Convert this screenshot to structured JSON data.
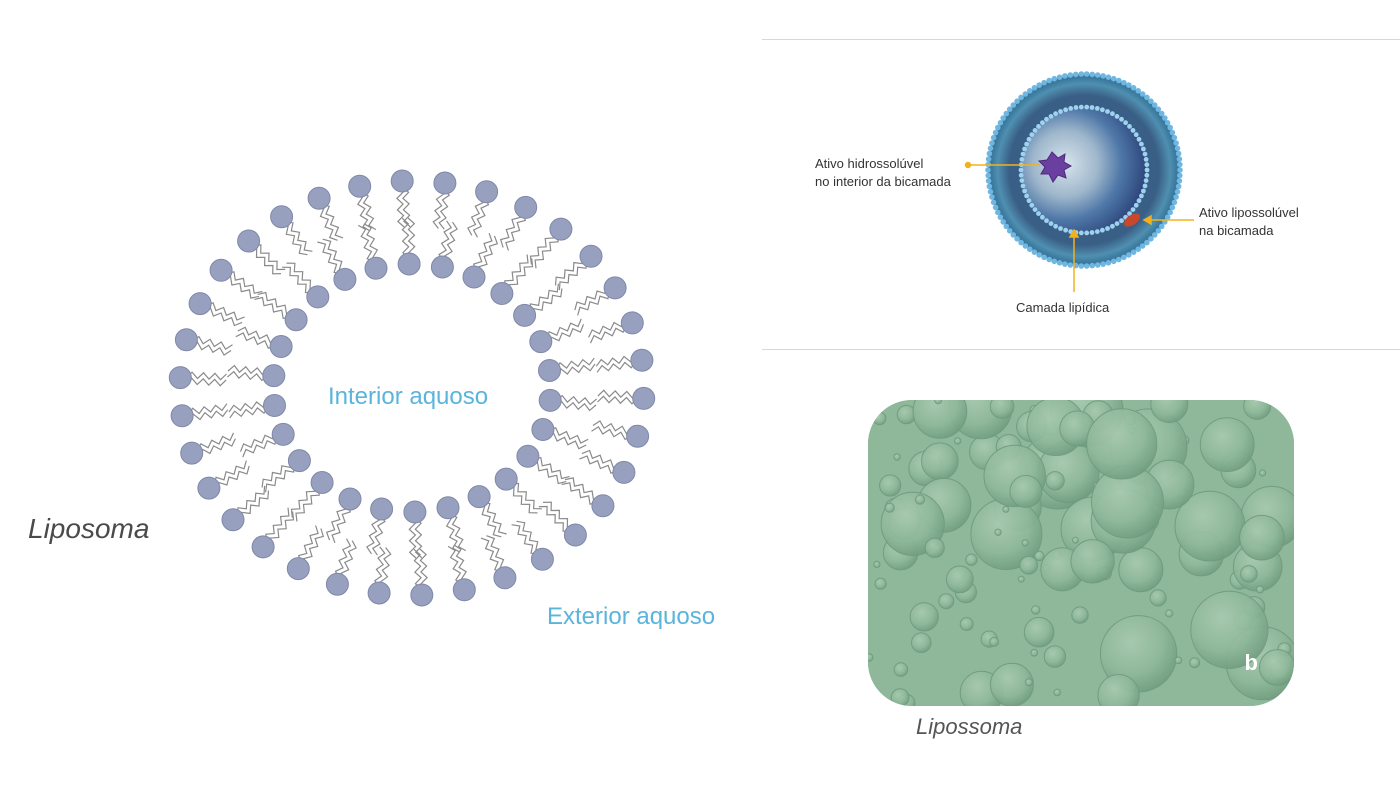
{
  "left_diagram": {
    "interior_label": "Interior aquoso",
    "exterior_label": "Exterior aquoso",
    "title": "Liposoma"
  },
  "right_diagram": {
    "hydro_label_line1": "Ativo hidrossolúvel",
    "hydro_label_line2": "no interior da bicamada",
    "lipo_label_line1": "Ativo lipossolúvel",
    "lipo_label_line2": "na bicamada",
    "layer_label": "Camada lipídica"
  },
  "micrograph": {
    "panel_letter": "b",
    "caption": "Lipossoma"
  },
  "colors": {
    "head": "#97a0bf",
    "head_stroke": "#7f88a8",
    "tail": "#8a8a8a",
    "label_blue": "#5ab4dc",
    "arrow": "#f3b21b"
  }
}
